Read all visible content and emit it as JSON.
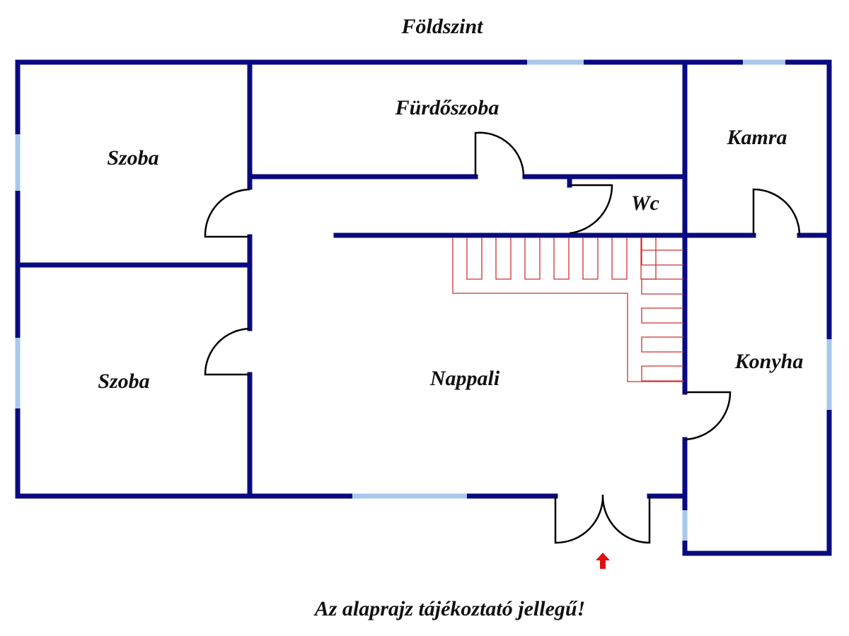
{
  "title": "Földszint",
  "rooms": {
    "szoba1": "Szoba",
    "szoba2": "Szoba",
    "furdoszoba": "Fürdőszoba",
    "wc": "Wc",
    "kamra": "Kamra",
    "nappali": "Nappali",
    "konyha": "Konyha"
  },
  "footer_note": "Az alaprajz tájékoztató jellegű!",
  "colors": {
    "wall": "#0a0a80",
    "window": "#a8c8ec",
    "heating": "#d03030",
    "door": "#000000",
    "entrance_arrow": "#e01010"
  }
}
